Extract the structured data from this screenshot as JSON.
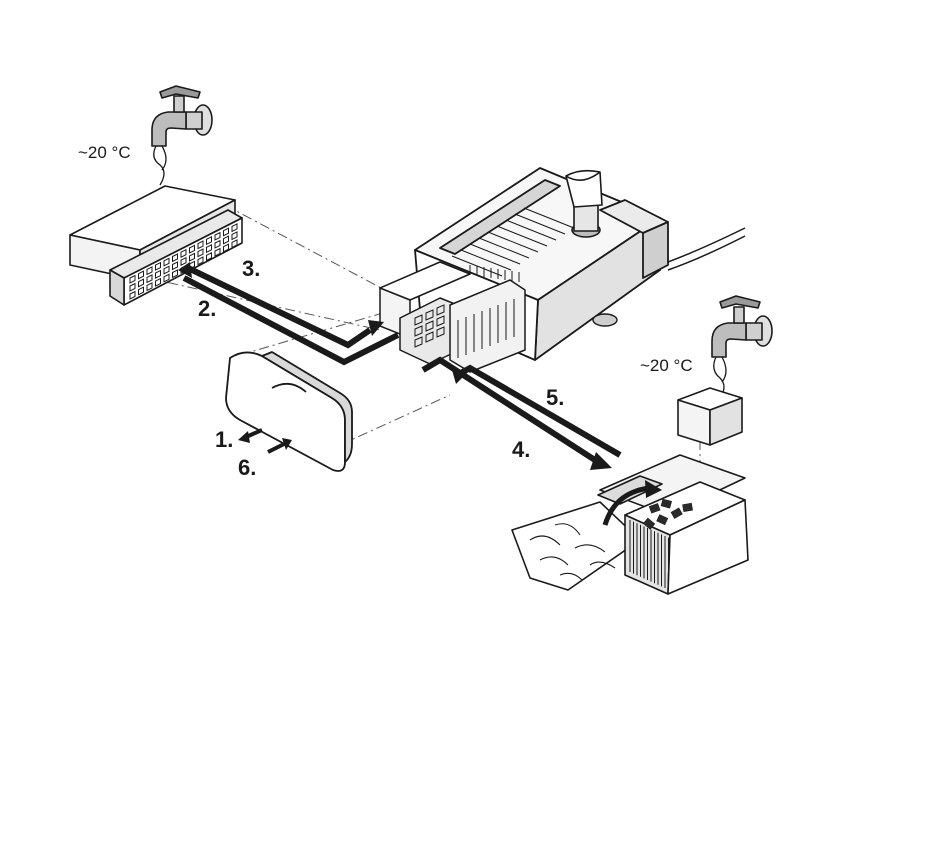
{
  "labels": {
    "step1": "1.",
    "step2": "2.",
    "step3": "3.",
    "step4": "4.",
    "step5": "5.",
    "step6": "6.",
    "temp_left": "~20 °C",
    "temp_right": "~20 °C"
  },
  "icons": [
    "water-tap-icon",
    "water-tap-icon"
  ],
  "colors": {
    "line": "#1a1a1a",
    "fill": "#ffffff",
    "shade": "#dcdcdc",
    "dark": "#2b2b2b"
  }
}
